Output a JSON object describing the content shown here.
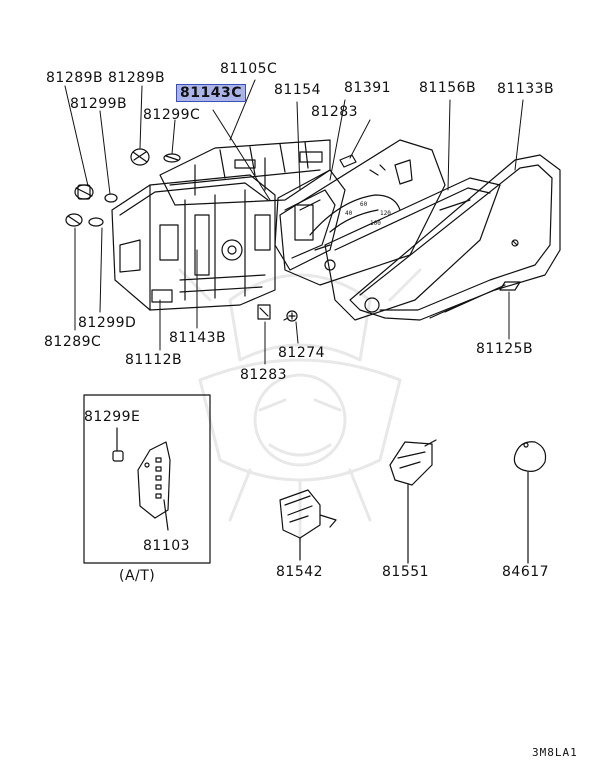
{
  "diagram": {
    "highlight_color": "#aab4ea",
    "highlight_border": "#3c4fb5",
    "ink": "#111111",
    "highlighted_part": "81143C",
    "reference_code": "3M8LA1",
    "inset_caption": "(A/T)",
    "watermark_icon": "samurai-mask-watermark-icon",
    "labels": {
      "l81289B_a": "81289B",
      "l81289B_b": "81289B",
      "l81105C": "81105C",
      "l81143C": "81143C",
      "l81154": "81154",
      "l81391": "81391",
      "l81156B": "81156B",
      "l81133B": "81133B",
      "l81299B": "81299B",
      "l81299C": "81299C",
      "l81283_top": "81283",
      "l81299D": "81299D",
      "l81289C": "81289C",
      "l81143B": "81143B",
      "l81112B": "81112B",
      "l81274": "81274",
      "l81283_bot": "81283",
      "l81125B": "81125B",
      "l81299E": "81299E",
      "l81103": "81103",
      "l81542": "81542",
      "l81551": "81551",
      "l84617": "84617"
    }
  }
}
